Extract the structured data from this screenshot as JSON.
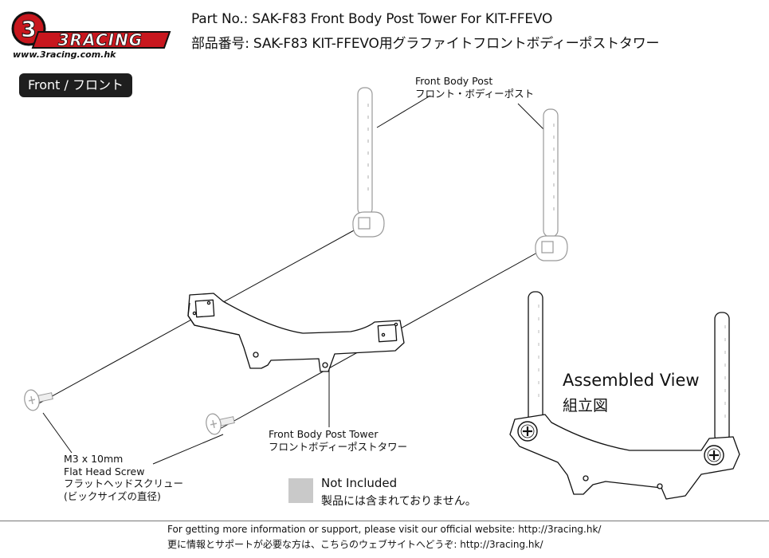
{
  "header": {
    "logo_text": "3RACING",
    "logo_url_text": "www.3racing.com.hk",
    "title_en": "Part No.: SAK-F83  Front Body Post Tower For KIT-FFEVO",
    "title_ja": "部品番号: SAK-F83  KIT-FFEVO用グラファイトフロントボディーポストタワー"
  },
  "section": {
    "label": "Front / フロント"
  },
  "labels": {
    "body_post_en": "Front Body Post",
    "body_post_ja": "フロント・ボディーポスト",
    "tower_en": "Front Body Post Tower",
    "tower_ja": "フロントボディーポストタワー",
    "screw_line1": "M3 x 10mm",
    "screw_line2": "Flat Head Screw",
    "screw_line3": "フラットヘッドスクリュー",
    "screw_line4": "(ビックサイズの直径)",
    "assembled_en": "Assembled View",
    "assembled_ja": "組立図"
  },
  "legend": {
    "not_included_en": "Not Included",
    "not_included_ja": "製品には含まれておりません。",
    "swatch_color": "#c9c9c9"
  },
  "footer": {
    "en": "For getting more information or support, please visit our official website: http://3racing.hk/",
    "ja": "更に情報とサポートが必要な方は、こちらのウェブサイトへどうぞ: http://3racing.hk/"
  },
  "colors": {
    "logo_red": "#c8171e",
    "tab_bg": "#1e1e1e",
    "line": "#111111"
  }
}
